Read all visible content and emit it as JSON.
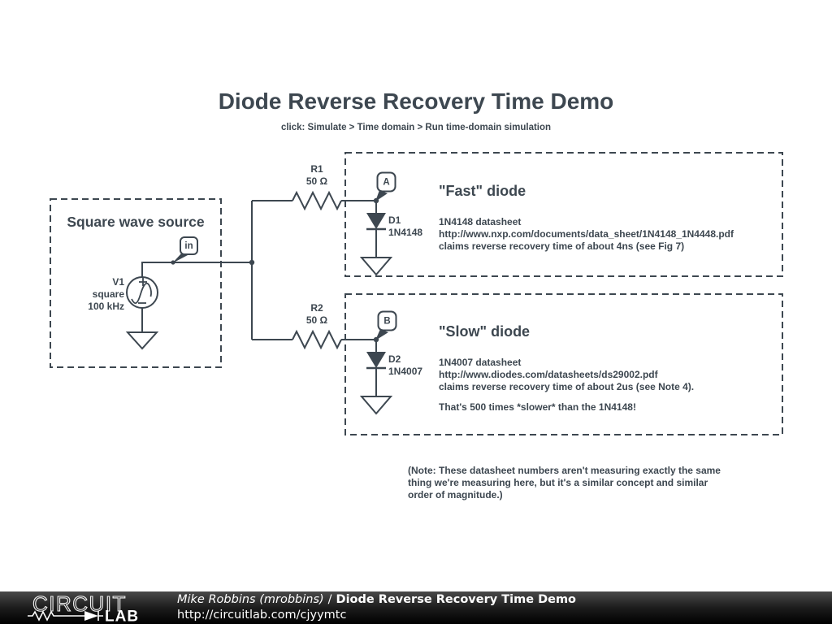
{
  "page": {
    "title": "Diode Reverse Recovery Time Demo",
    "subtitle": "click: Simulate > Time domain > Run time-domain simulation"
  },
  "source_section": {
    "box_label": "Square wave source",
    "flag": "in",
    "source_name": "V1",
    "source_kind": "square",
    "source_freq": "100 kHz"
  },
  "branch_a": {
    "resistor_name": "R1",
    "resistor_value": "50 Ω",
    "flag": "A",
    "diode_name": "D1",
    "diode_part": "1N4148"
  },
  "branch_b": {
    "resistor_name": "R2",
    "resistor_value": "50 Ω",
    "flag": "B",
    "diode_name": "D2",
    "diode_part": "1N4007"
  },
  "fast_box": {
    "heading": "\"Fast\" diode",
    "line1": "1N4148 datasheet",
    "line2": "http://www.nxp.com/documents/data_sheet/1N4148_1N4448.pdf",
    "line3": "claims reverse recovery time of about 4ns (see Fig 7)"
  },
  "slow_box": {
    "heading": "\"Slow\" diode",
    "line1": "1N4007 datasheet",
    "line2": "http://www.diodes.com/datasheets/ds29002.pdf",
    "line3": "claims reverse recovery time of about 2us (see Note 4).",
    "line4": "That's 500 times *slower* than the 1N4148!"
  },
  "note": {
    "line1": "(Note: These datasheet numbers aren't measuring exactly the same",
    "line2": "thing we're measuring here, but it's a similar concept and similar",
    "line3": "order of magnitude.)"
  },
  "footer": {
    "logo_top": "CIRCUIT",
    "logo_bottom": "LAB",
    "author": "Mike Robbins (mrobbins)",
    "separator": "/",
    "doc_title": "Diode Reverse Recovery Time Demo",
    "url": "http://circuitlab.com/cjyymtc"
  },
  "colors": {
    "ink": "#3d4750",
    "page_bg": "#ffffff",
    "footer_bg": "#000000",
    "footer_text": "#ffffff"
  }
}
